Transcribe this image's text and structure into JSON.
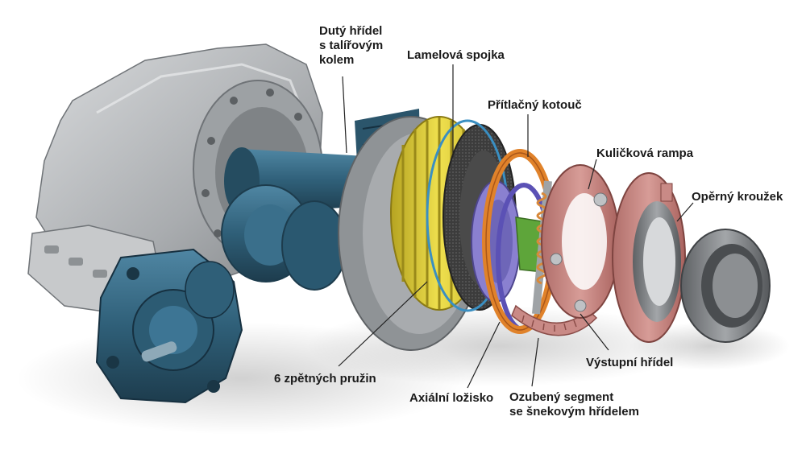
{
  "labels": {
    "hollow_shaft": [
      "Dutý hřídel",
      "s talířovým",
      "kolem"
    ],
    "multiplate_clutch": "Lamelová spojka",
    "pressure_plate": "Přítlačný kotouč",
    "ball_ramp": "Kuličková rampa",
    "support_ring": "Opěrný kroužek",
    "return_springs": "6 zpětných pružin",
    "axial_bearing": "Axiální ložisko",
    "toothed_segment": [
      "Ozubený segment",
      "se šnekovým hřídelem"
    ],
    "output_shaft": "Výstupní hřídel"
  },
  "colors": {
    "housing": "#b9bcbf",
    "shaft_blue": "#2f5f78",
    "plates_yellow": "#e2cf3a",
    "plates_dark": "#3a3a3a",
    "pressure_orange": "#e0822a",
    "bearing_purple": "#7a6fc4",
    "green_sleeve": "#5ea53a",
    "ramp_pink": "#c98a86",
    "ring_grey": "#7d8083",
    "leader": "#222222"
  }
}
